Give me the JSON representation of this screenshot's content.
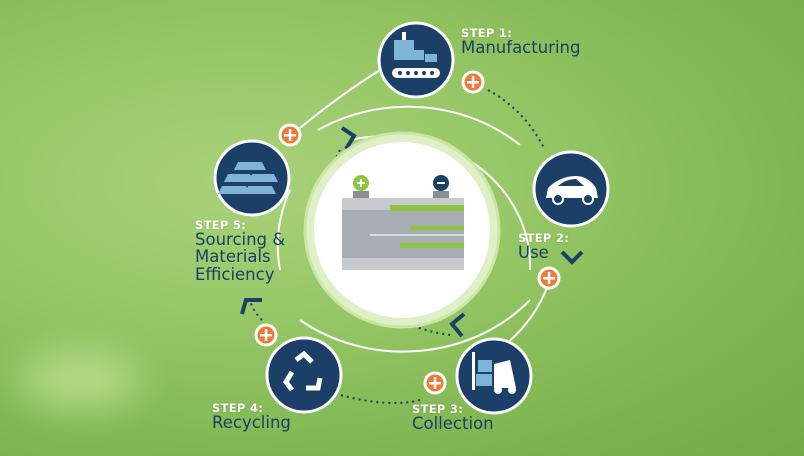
{
  "steps": [
    {
      "step": "STEP 1:",
      "name": "Manufacturing",
      "icon": "factory-conveyor-icon"
    },
    {
      "step": "STEP 2:",
      "name": "Use",
      "icon": "car-icon"
    },
    {
      "step": "STEP 3:",
      "name": "Collection",
      "icon": "forklift-icon"
    },
    {
      "step": "STEP 4:",
      "name": "Recycling",
      "icon": "recycle-icon"
    },
    {
      "step": "STEP 5:",
      "name_lines": [
        "Sourcing &",
        "Materials",
        "Efficiency"
      ],
      "icon": "gold-bars-icon"
    }
  ],
  "center": {
    "icon": "battery-icon"
  },
  "colors": {
    "navy": "#1b3f66",
    "orange": "#ee7a37",
    "green": "#8cc63f",
    "white": "#ffffff"
  }
}
